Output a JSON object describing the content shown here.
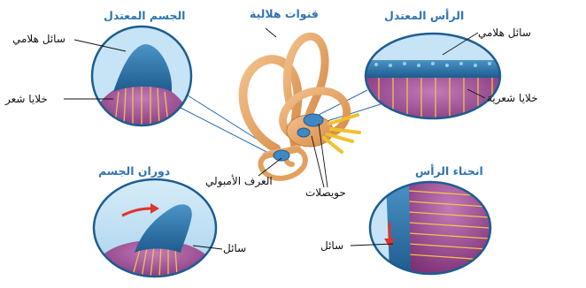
{
  "titles": {
    "semicircular_canals": "قنوات هلالية",
    "body_upright": "الجسم المعتدل",
    "head_upright": "الرأس المعتدل",
    "body_rotation": "دوران الجسم",
    "head_tilt": "انحناء الرأس"
  },
  "labels": {
    "gel_left": "سائل هلامي",
    "hair_cells_left": "خلايا شعر",
    "gel_right": "سائل هلامي",
    "hair_cells_right": "خلايا شعرية",
    "ampulla": "العرف الأمبولي",
    "vesicles": "حويصلات",
    "fluid_left": "سائل",
    "fluid_right": "سائل"
  },
  "colors": {
    "title": "#2f74b5",
    "outline": "#1c5d92",
    "canal": "#e8a766",
    "gel": "#2f6f9f",
    "hair_cells": "#8e3f86",
    "arrow": "#e0332e"
  }
}
